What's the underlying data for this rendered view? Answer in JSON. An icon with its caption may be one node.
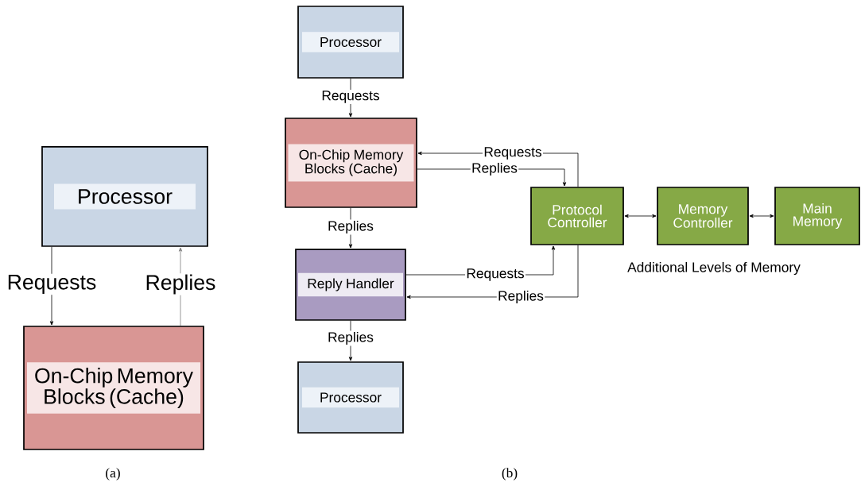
{
  "diagram": {
    "nodes": [
      {
        "text": [
          "Processor"
        ]
      },
      {
        "text": [
          "On-Chip Memory Blocks (Cache)"
        ]
      },
      {
        "text": [
          "Processor"
        ]
      },
      {
        "text": [
          "On-Chip Memory Blocks (Cache)"
        ]
      },
      {
        "text": [
          "Reply Handler"
        ]
      },
      {
        "text": [
          "Processor"
        ]
      },
      {
        "text": [
          "Protocol Controller"
        ]
      },
      {
        "text": [
          "Memory Controller"
        ]
      },
      {
        "text": [
          "Main Memory"
        ]
      }
    ],
    "edges": [
      {
        "from": 0,
        "to": 1,
        "arrow": "to",
        "label": "Requests"
      },
      {
        "from": 1,
        "to": 0,
        "arrow": "to",
        "label": "Replies",
        "color": "#7f7f7f"
      },
      {
        "from": 2,
        "to": 3,
        "arrow": "to",
        "label": "Requests"
      },
      {
        "from": 3,
        "to": 4,
        "arrow": "to",
        "label": "Replies"
      },
      {
        "from": 4,
        "to": 5,
        "arrow": "to",
        "label": "Replies"
      },
      {
        "from": 6,
        "to": 3,
        "arrow": "to",
        "label": "Requests"
      },
      {
        "from": 3,
        "to": 6,
        "arrow": "to",
        "label": "Replies"
      },
      {
        "from": 4,
        "to": 6,
        "arrow": "to",
        "label": "Requests"
      },
      {
        "from": 6,
        "to": 4,
        "arrow": "to",
        "label": "Replies"
      },
      {
        "from": 6,
        "to": 7,
        "arrow": "both"
      },
      {
        "from": 7,
        "to": 8,
        "arrow": "both"
      }
    ],
    "labels": [
      "Additional Levels of Memory",
      "(a)",
      "(b)"
    ]
  }
}
